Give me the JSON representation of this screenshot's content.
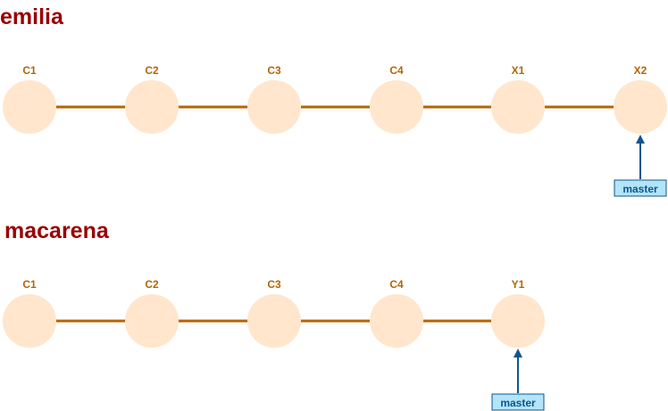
{
  "colors": {
    "title": "#990000",
    "commit_fill": "#FFE6CC",
    "commit_label": "#B46504",
    "edge": "#B46504",
    "arrow": "#10558F",
    "branch_fill": "#B1E5F7",
    "branch_text": "#10558F"
  },
  "repos": [
    {
      "name": "emilia",
      "commits": [
        "C1",
        "C2",
        "C3",
        "C4",
        "X1",
        "X2"
      ],
      "branch": {
        "label": "master",
        "points_to": "X2"
      }
    },
    {
      "name": "macarena",
      "commits": [
        "C1",
        "C2",
        "C3",
        "C4",
        "Y1"
      ],
      "branch": {
        "label": "master",
        "points_to": "Y1"
      }
    }
  ]
}
